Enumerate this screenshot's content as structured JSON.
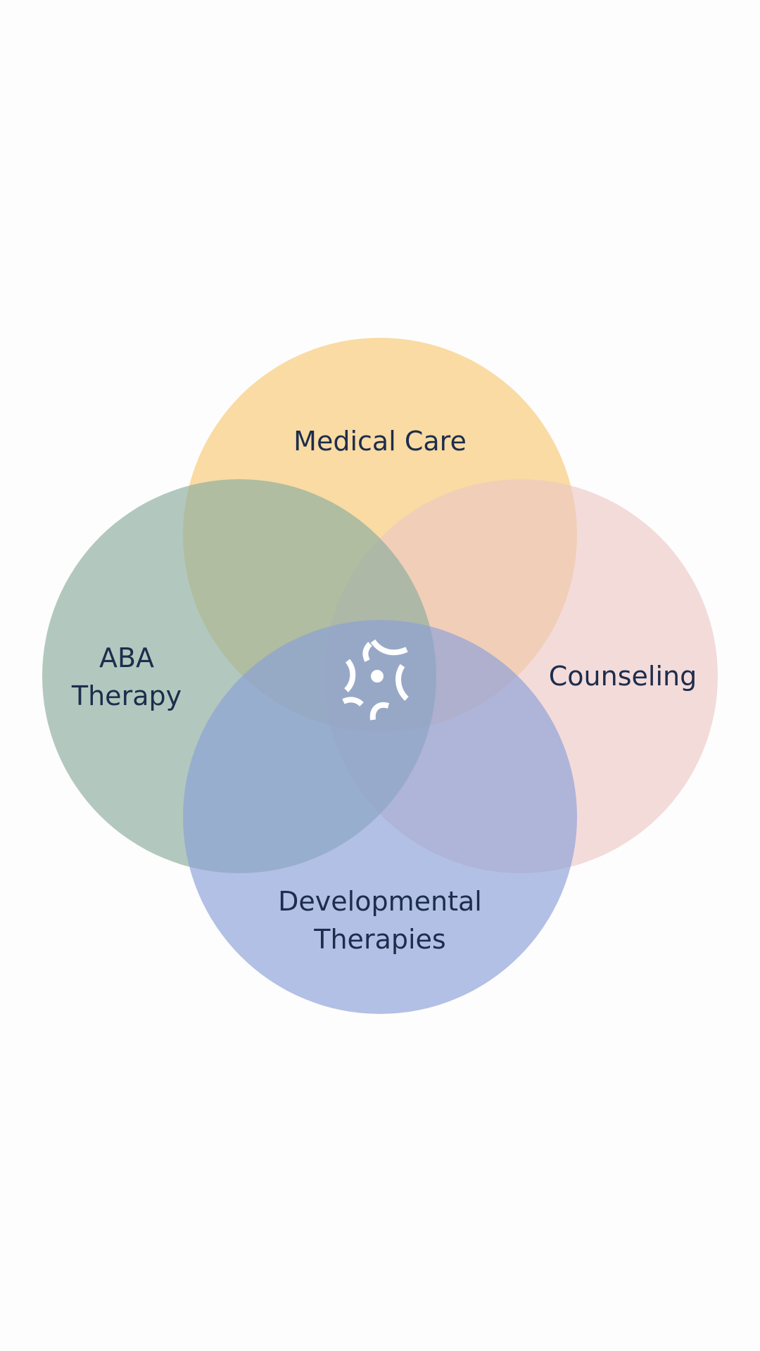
{
  "diagram": {
    "circles": [
      {
        "id": "medical",
        "label_lines": [
          "Medical Care"
        ],
        "color": "#f6cd80"
      },
      {
        "id": "aba",
        "label_lines": [
          "ABA",
          "Therapy"
        ],
        "color": "#8eae9f"
      },
      {
        "id": "counseling",
        "label_lines": [
          "Counseling"
        ],
        "color": "#ecc7c5"
      },
      {
        "id": "developmental",
        "label_lines": [
          "Developmental",
          "Therapies"
        ],
        "color": "#8a9fd8"
      }
    ],
    "center_icon": {
      "name": "brand-logo-icon",
      "color": "#ffffff"
    },
    "text_color": "#1c2d4d",
    "background": "#fefdfd"
  }
}
